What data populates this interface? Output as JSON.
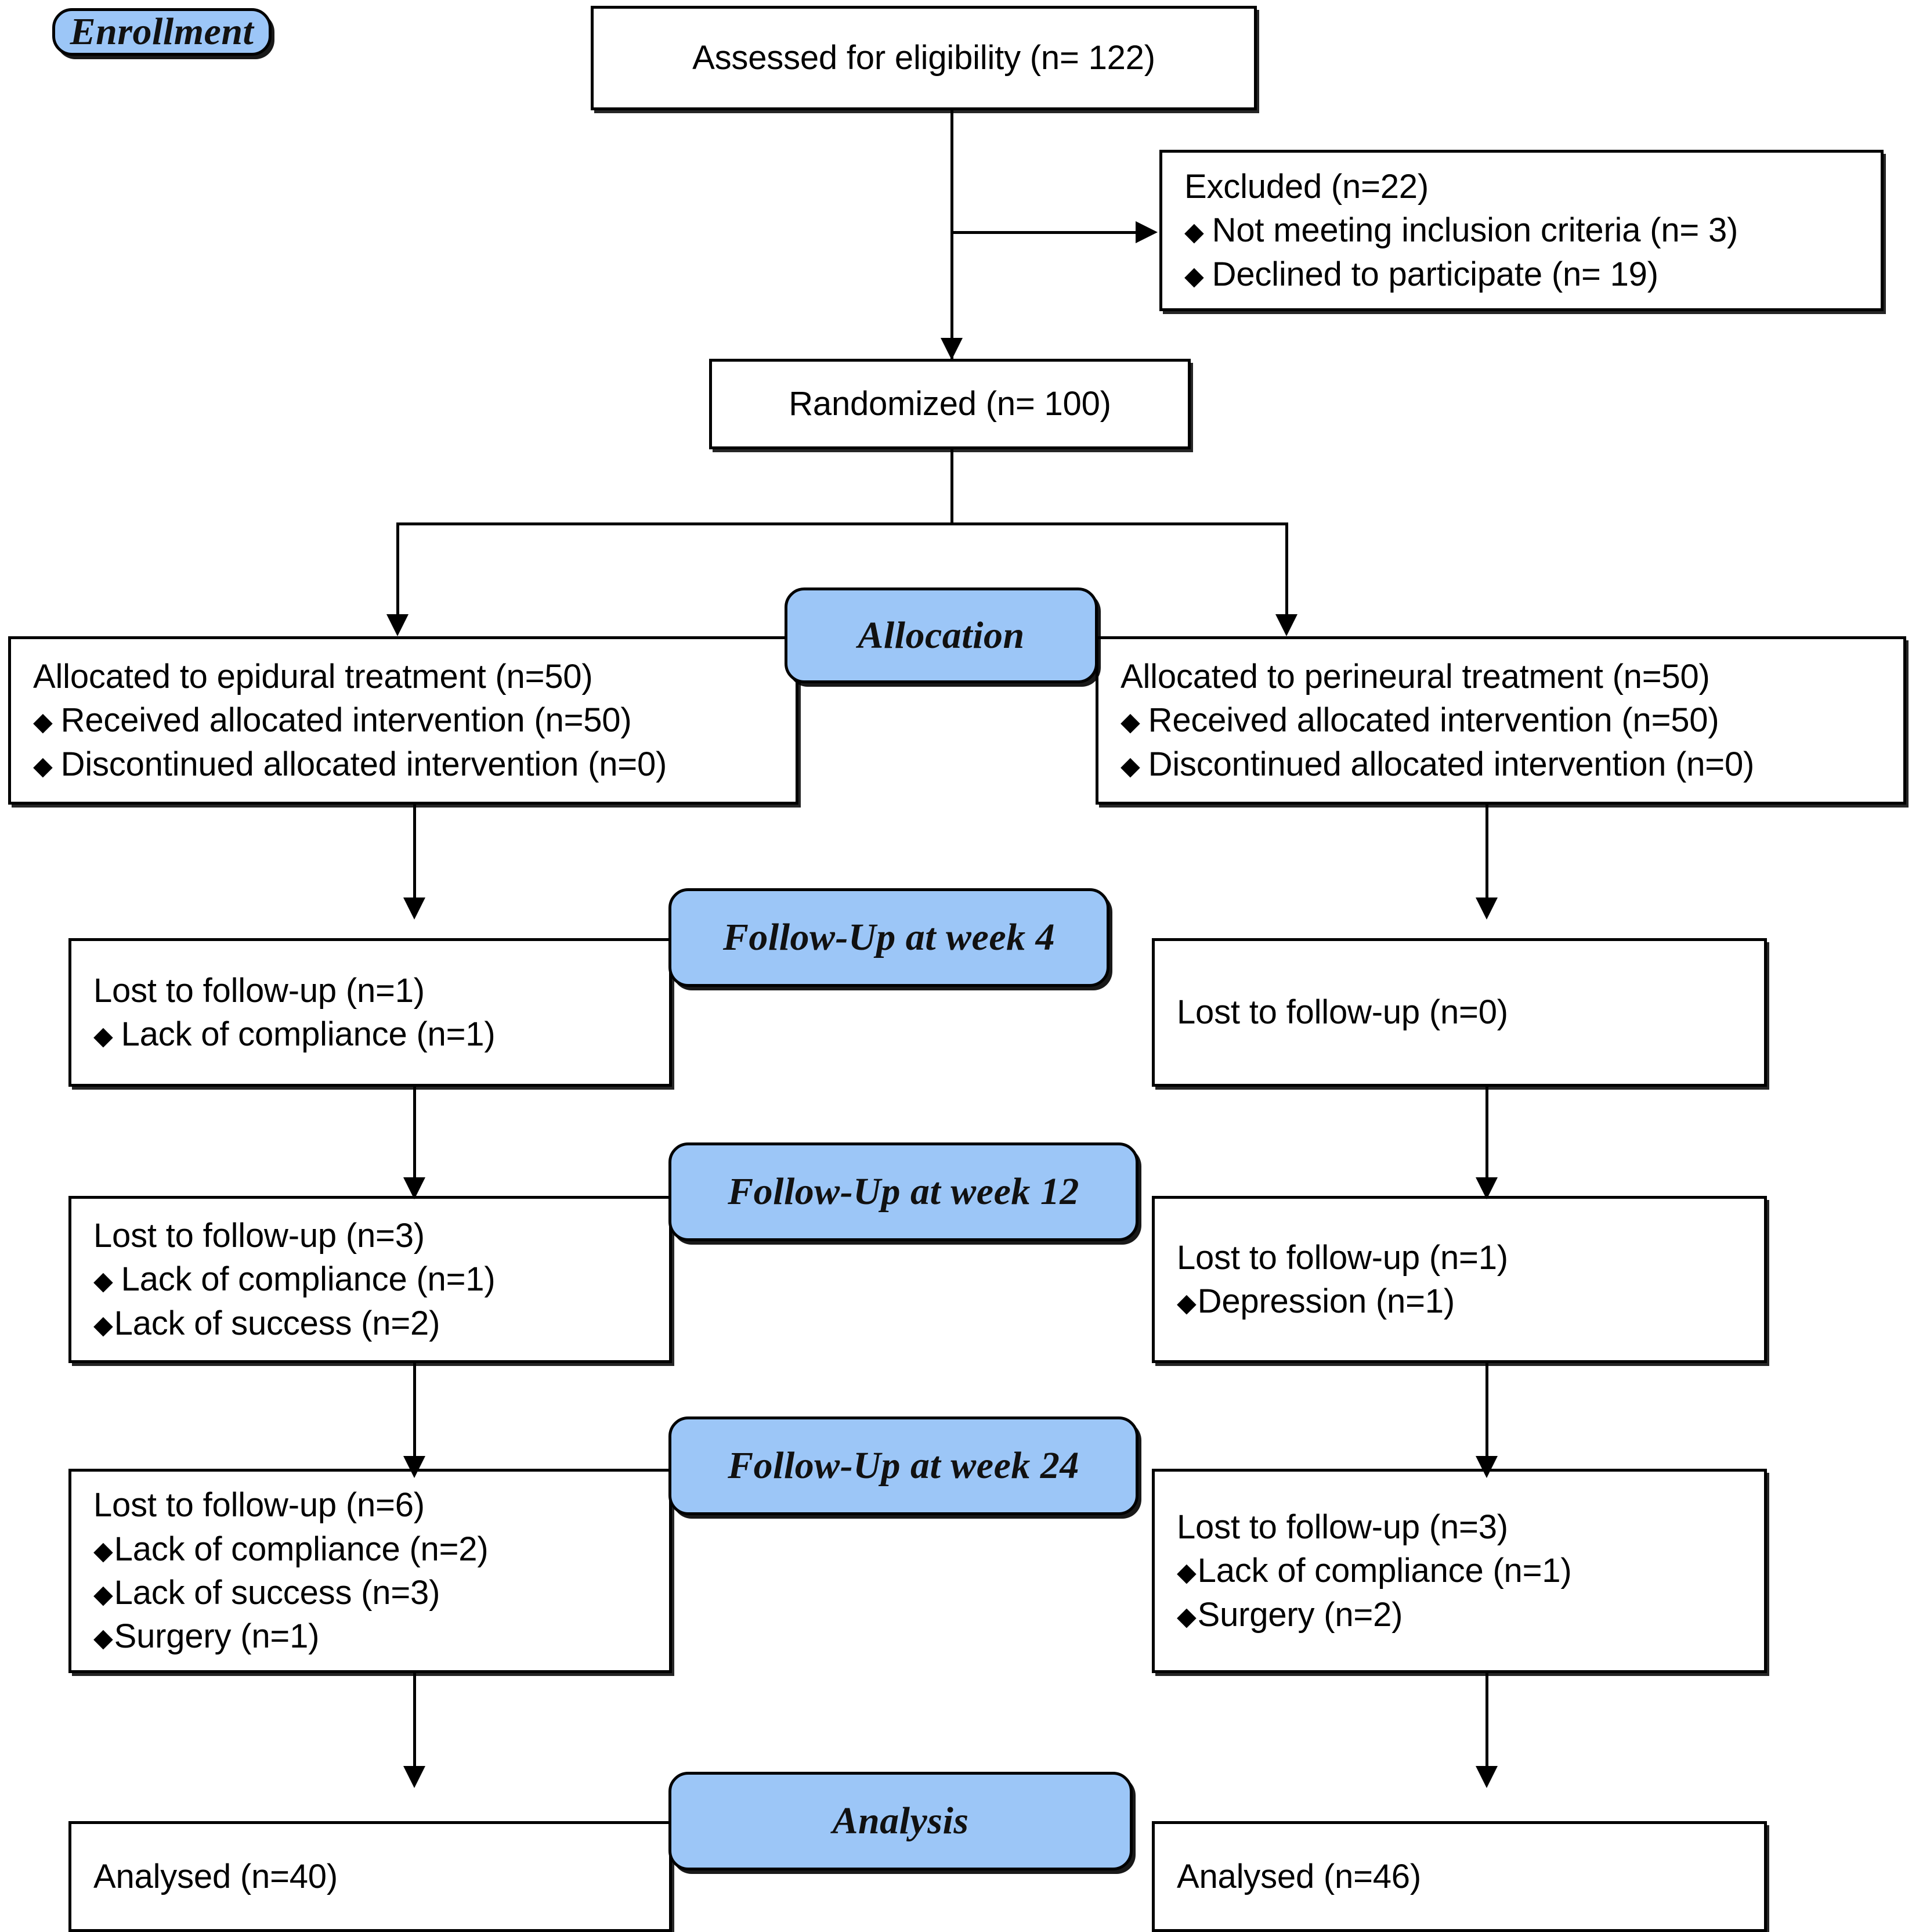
{
  "diagram": {
    "type": "consort-flow-diagram",
    "accent_blue": "#9CC6F7",
    "line_color": "#000000",
    "background": "#FFFFFF"
  },
  "stages": {
    "enrollment": "Enrollment",
    "allocation": "Allocation",
    "followup_week4": "Follow-Up at week 4",
    "followup_week12": "Follow-Up at week 12",
    "followup_week24": "Follow-Up at week 24",
    "analysis": "Analysis"
  },
  "nodes": {
    "assessed": {
      "title": "Assessed for eligibility (n= 122)",
      "n": 122
    },
    "excluded": {
      "title": "Excluded (n=22)",
      "n": 22,
      "reasons": [
        {
          "label": "Not meeting inclusion criteria (n= 3)",
          "n": 3
        },
        {
          "label": "Declined to participate (n= 19)",
          "n": 19
        }
      ]
    },
    "randomized": {
      "title": "Randomized (n= 100)",
      "n": 100
    },
    "alloc_left": {
      "title": "Allocated to epidural treatment (n=50)",
      "n": 50,
      "items": [
        {
          "label": "Received allocated intervention (n=50)",
          "n": 50
        },
        {
          "label": "Discontinued allocated intervention (n=0)",
          "n": 0
        }
      ]
    },
    "alloc_right": {
      "title": "Allocated to perineural treatment (n=50)",
      "n": 50,
      "items": [
        {
          "label": "Received allocated intervention (n=50)",
          "n": 50
        },
        {
          "label": "Discontinued allocated intervention (n=0)",
          "n": 0
        }
      ]
    },
    "w4_left": {
      "title": "Lost to follow-up (n=1)",
      "n": 1,
      "items": [
        {
          "label": "Lack of compliance (n=1)",
          "n": 1
        }
      ]
    },
    "w4_right": {
      "title": "Lost to follow-up (n=0)",
      "n": 0,
      "items": []
    },
    "w12_left": {
      "title": "Lost to follow-up (n=3)",
      "n": 3,
      "items": [
        {
          "label": "Lack of compliance (n=1)",
          "n": 1
        },
        {
          "label": "Lack of success (n=2)",
          "n": 2
        }
      ]
    },
    "w12_right": {
      "title": "Lost to follow-up (n=1)",
      "n": 1,
      "items": [
        {
          "label": "Depression (n=1)",
          "n": 1
        }
      ]
    },
    "w24_left": {
      "title": "Lost to follow-up (n=6)",
      "n": 6,
      "items": [
        {
          "label": "Lack of compliance (n=2)",
          "n": 2
        },
        {
          "label": "Lack of success (n=3)",
          "n": 3
        },
        {
          "label": "Surgery (n=1)",
          "n": 1
        }
      ]
    },
    "w24_right": {
      "title": "Lost to follow-up (n=3)",
      "n": 3,
      "items": [
        {
          "label": "Lack of compliance (n=1)",
          "n": 1
        },
        {
          "label": "Surgery (n=2)",
          "n": 2
        }
      ]
    },
    "analysed_left": {
      "title": "Analysed (n=40)",
      "n": 40
    },
    "analysed_right": {
      "title": "Analysed (n=46)",
      "n": 46
    }
  },
  "bullet_glyph": "♦"
}
